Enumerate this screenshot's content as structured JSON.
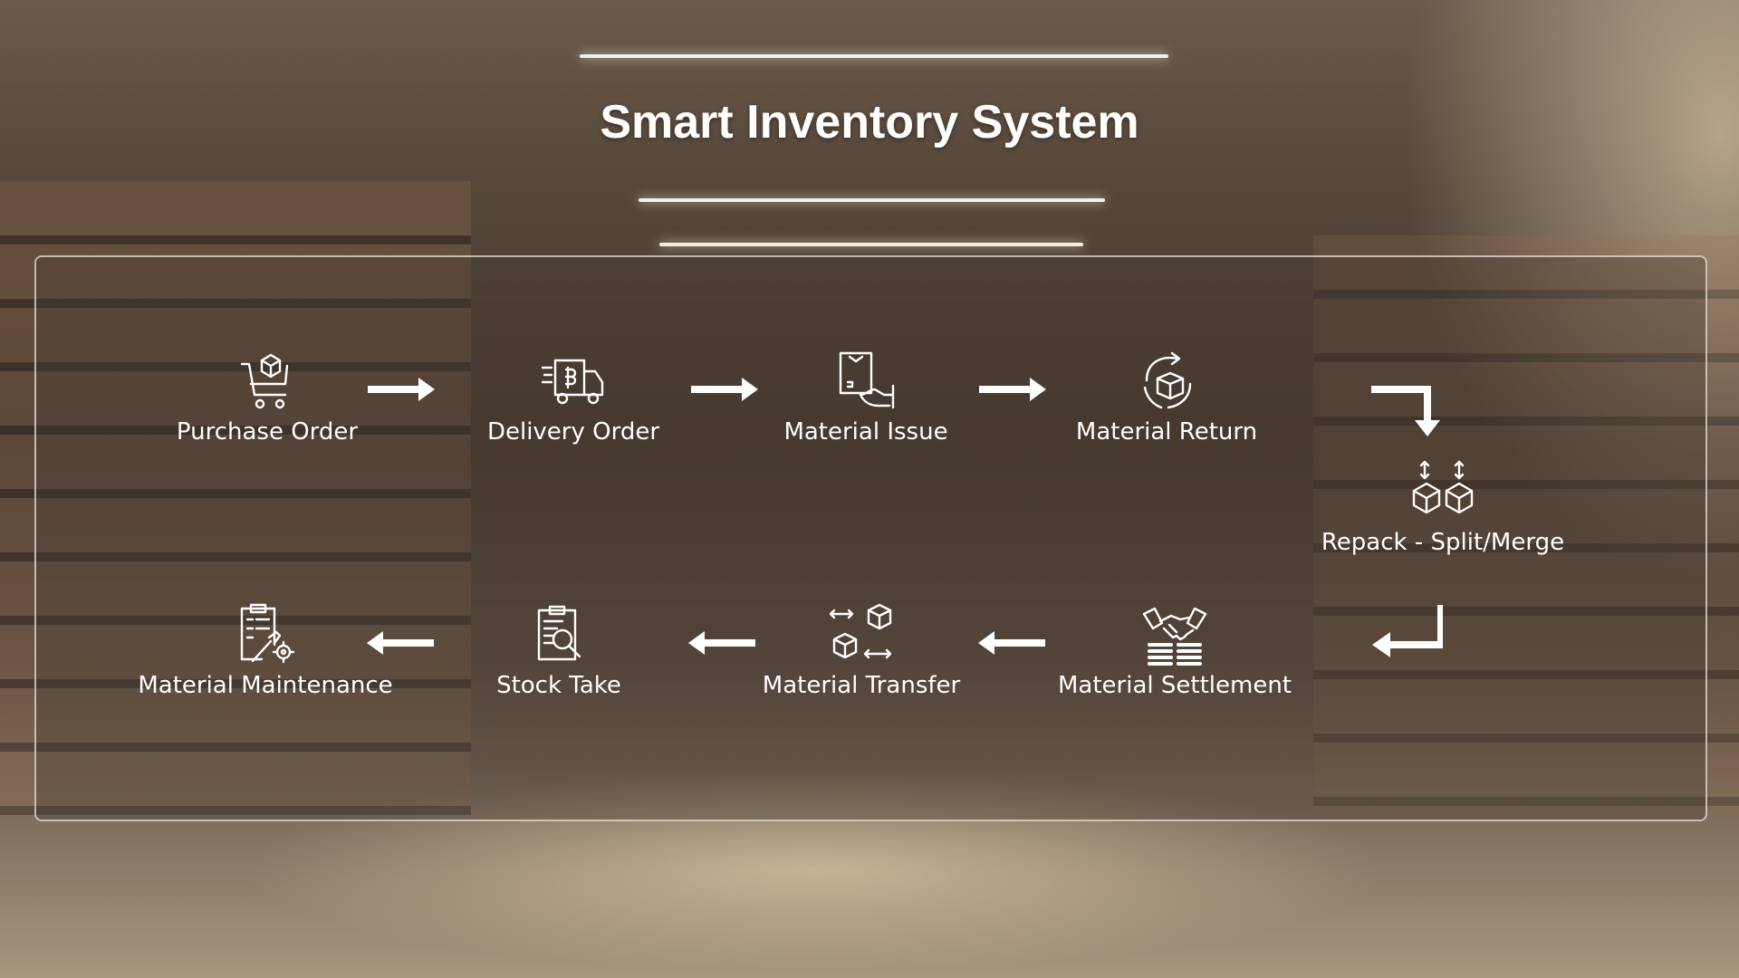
{
  "title": "Smart Inventory System",
  "steps": {
    "purchase_order": "Purchase Order",
    "delivery_order": "Delivery Order",
    "material_issue": "Material Issue",
    "material_return": "Material Return",
    "repack": "Repack - Split/Merge",
    "material_settlement": "Material Settlement",
    "material_transfer": "Material Transfer",
    "stock_take": "Stock Take",
    "material_maintenance": "Material Maintenance"
  },
  "colors": {
    "text": "#ffffff",
    "panel_border": "#e6e1dc"
  }
}
